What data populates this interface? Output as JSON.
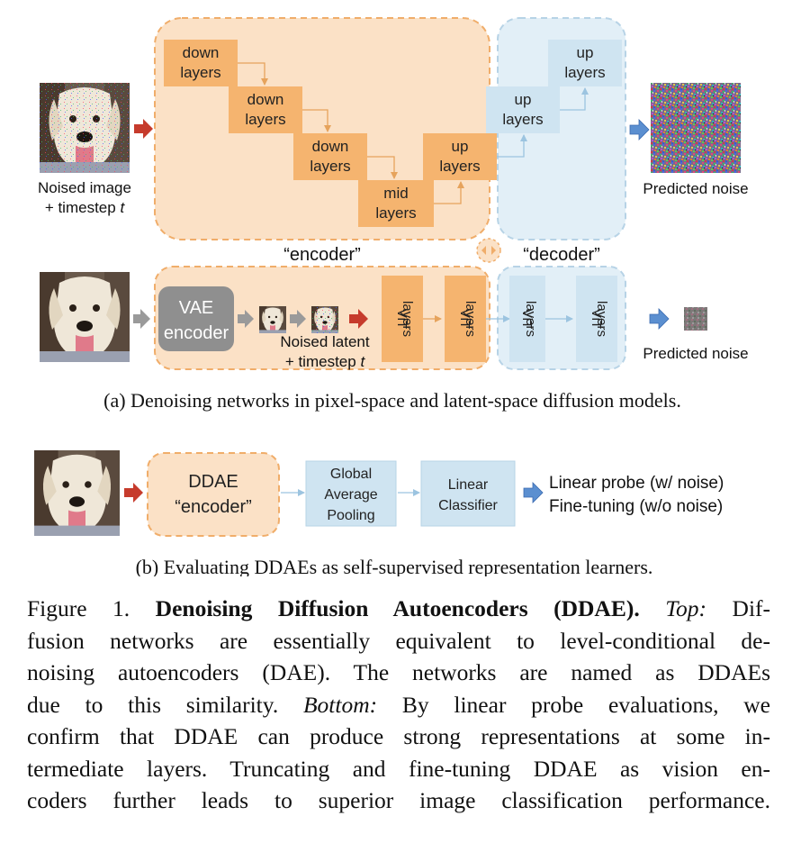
{
  "panel_a": {
    "top": {
      "input_label_1": "Noised image",
      "input_label_2_prefix": "+ timestep ",
      "input_label_2_var": "t",
      "blocks": [
        {
          "l1": "down",
          "l2": "layers"
        },
        {
          "l1": "down",
          "l2": "layers"
        },
        {
          "l1": "down",
          "l2": "layers"
        },
        {
          "l1": "mid",
          "l2": "layers"
        },
        {
          "l1": "up",
          "l2": "layers"
        },
        {
          "l1": "up",
          "l2": "layers"
        },
        {
          "l1": "up",
          "l2": "layers"
        }
      ],
      "output_label": "Predicted noise"
    },
    "encoder_tag": "“encoder”",
    "decoder_tag": "“decoder”",
    "bottom": {
      "vae_l1": "VAE",
      "vae_l2": "encoder",
      "latent_label_1": "Noised latent",
      "latent_label_2_prefix": "+ timestep ",
      "latent_label_2_var": "t",
      "vit_label": "ViT",
      "vit_label_2": "layers",
      "output_label": "Predicted noise"
    },
    "caption": "(a)  Denoising networks in pixel-space and latent-space diffusion models."
  },
  "panel_b": {
    "ddae_l1": "DDAE",
    "ddae_l2": "“encoder”",
    "gap_l1": "Global",
    "gap_l2": "Average",
    "gap_l3": "Pooling",
    "lin_l1": "Linear",
    "lin_l2": "Classifier",
    "out_l1": "Linear probe (w/ noise)",
    "out_l2": "Fine-tuning (w/o noise)",
    "caption": "(b)  Evaluating DDAEs as self-supervised representation learners."
  },
  "figure_caption": {
    "fig_label": "Figure 1. ",
    "title": "Denoising Diffusion Autoencoders (DDAE).",
    "top_label": "Top:",
    "line1_rest": " Dif-",
    "line2": "fusion networks are essentially equivalent to level-conditional de-",
    "line3": "noising autoencoders (DAE). The networks are named as DDAEs",
    "line4_a": "due to this similarity.  ",
    "bottom_label": "Bottom:",
    "line4_b": "  By linear probe evaluations, we",
    "line5": "confirm that DDAE can produce strong representations at some in-",
    "line6": "termediate layers. Truncating and fine-tuning DDAE as vision en-",
    "line7": "coders further leads to superior image classification performance."
  },
  "colors": {
    "encoder_fill": "#fbe1c6",
    "encoder_border": "#f0ad6a",
    "block_orange": "#f5b46f",
    "decoder_fill": "#e2eff7",
    "decoder_border": "#b7d3e6",
    "block_blue": "#cfe4f1",
    "arrow_red": "#c63b2c",
    "arrow_blue": "#5b8fd0",
    "arrow_gray": "#9a9a9a"
  }
}
